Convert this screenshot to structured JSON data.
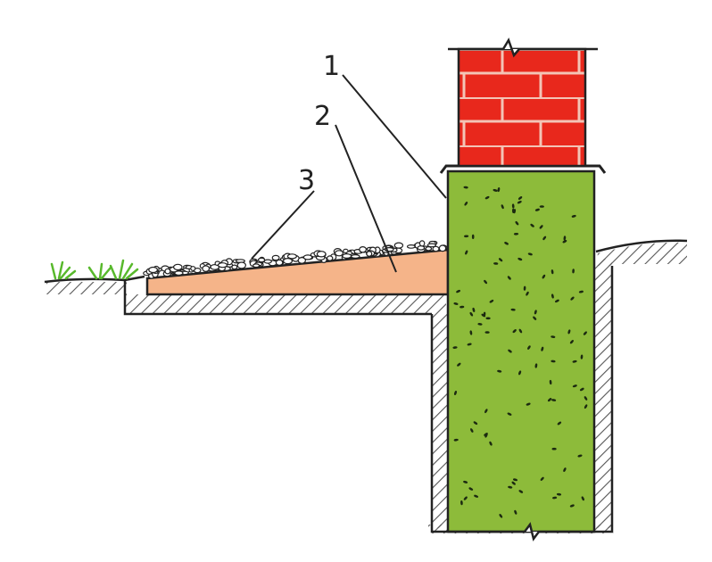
{
  "diagram": {
    "callouts": [
      {
        "id": "1",
        "label": "1"
      },
      {
        "id": "2",
        "label": "2"
      },
      {
        "id": "3",
        "label": "3"
      }
    ]
  },
  "colors": {
    "brick": "#e8281c",
    "mortar": "#f3c4b6",
    "concrete": "#8dbb3a",
    "sand": "#f5b489",
    "soil_hatch": "#555555",
    "grass": "#58b92c",
    "outline": "#222222"
  },
  "icons": {
    "grass": "grass-tuft-icon",
    "break": "break-line-icon"
  }
}
